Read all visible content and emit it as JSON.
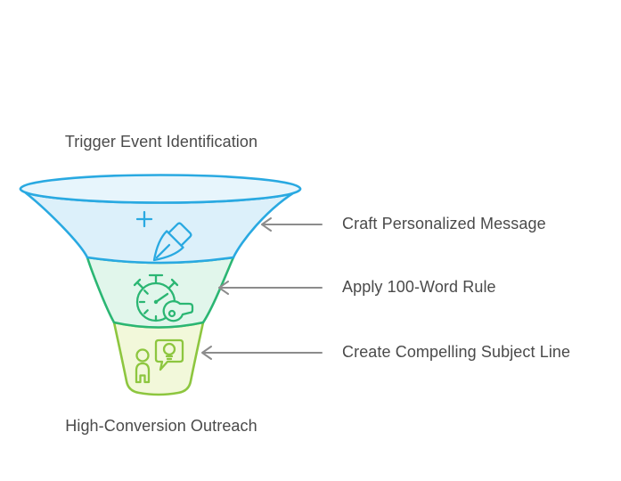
{
  "diagram": {
    "title": "Trigger Event Identification",
    "footer": "High-Conversion Outreach",
    "stages": [
      {
        "label": "Craft Personalized Message",
        "icon": "pen-nib-plus-icon",
        "stroke": "#29a9e1",
        "fill": "#dcf0fa"
      },
      {
        "label": "Apply 100-Word Rule",
        "icon": "stopwatch-whistle-icon",
        "stroke": "#2bb673",
        "fill": "#e1f6eb"
      },
      {
        "label": "Create Compelling Subject Line",
        "icon": "person-idea-bubble-icon",
        "stroke": "#8dc63f",
        "fill": "#f2f8da"
      }
    ]
  },
  "colors": {
    "background": "#ffffff",
    "text": "#4a4a4a",
    "arrow": "#8c8c8c",
    "stage1-stroke": "#29a9e1",
    "stage1-fill": "#dcf0fa",
    "stage1-rim-fill": "#e7f5fc",
    "stage2-stroke": "#2bb673",
    "stage2-fill": "#e1f6eb",
    "stage3-stroke": "#8dc63f",
    "stage3-fill": "#f2f8da"
  }
}
